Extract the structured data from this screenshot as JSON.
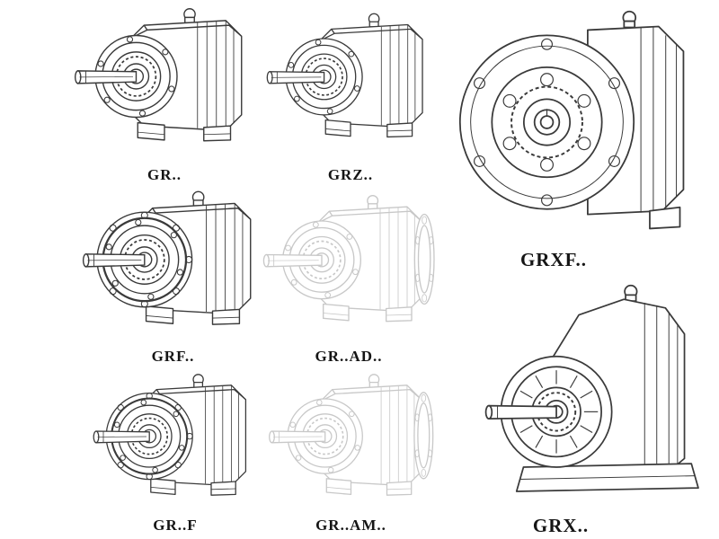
{
  "page": {
    "background": "#ffffff",
    "line_color": "#3a3a3a",
    "phantom_line_color": "#c8c8c8"
  },
  "products": [
    {
      "id": "gr",
      "label": "GR.."
    },
    {
      "id": "grz",
      "label": "GRZ.."
    },
    {
      "id": "grxf",
      "label": "GRXF.."
    },
    {
      "id": "grf",
      "label": "GRF.."
    },
    {
      "id": "grad",
      "label": "GR..AD.."
    },
    {
      "id": "grx",
      "label": "GRX.."
    },
    {
      "id": "grff",
      "label": "GR..F"
    },
    {
      "id": "gram",
      "label": "GR..AM.."
    }
  ]
}
